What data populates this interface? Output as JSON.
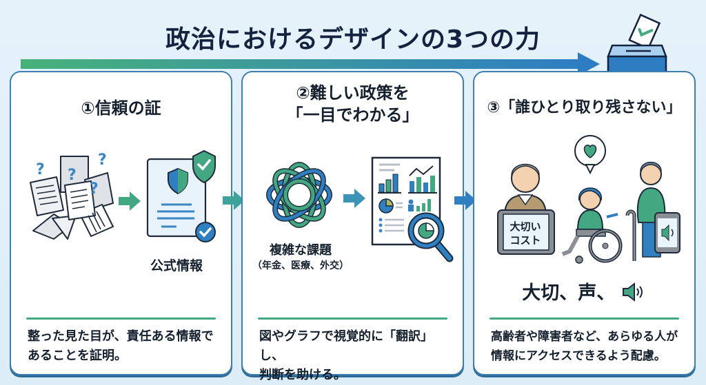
{
  "title": "政治におけるデザインの3つの力",
  "colors": {
    "navy": "#13233f",
    "green": "#43a882",
    "blue": "#2f7fc1",
    "card_border": "#3f7fb0",
    "background": "#e6f2fa"
  },
  "header_icon": "ballot-box-icon",
  "cards": [
    {
      "title": "①信頼の証",
      "icons": [
        "scattered-documents-icon",
        "question-mark-icon",
        "arrow-right-icon",
        "official-document-icon",
        "shield-check-icon",
        "check-badge-icon"
      ],
      "image_label": "公式情報",
      "description_line1": "整った見た目が、責任ある情報で",
      "description_line2": "あることを証明。"
    },
    {
      "title_line1": "②難しい政策を",
      "title_line2": "「一目でわかる」",
      "icons": [
        "tangled-knot-icon",
        "arrow-right-icon",
        "data-report-icon",
        "magnifier-icon"
      ],
      "image_label": "複雑な課題",
      "image_sublabel": "（年金、医療、外交）",
      "description_line1": "図やグラフで視覚的に「翻訳」し、",
      "description_line2": "判断を助ける。"
    },
    {
      "title": "③「誰ひとり取り残さない」",
      "icons": [
        "elderly-man-icon",
        "tablet-icon",
        "heart-bubble-icon",
        "wheelchair-user-icon",
        "elderly-cane-icon",
        "phone-speaker-icon"
      ],
      "tablet_text_line1": "大切い",
      "tablet_text_line2": "コスト",
      "caption": "大切、声、",
      "caption_icon": "speaker-icon",
      "description_line1": "高齢者や障害者など、あらゆる人が",
      "description_line2": "情報にアクセスできるよう配慮。"
    }
  ]
}
